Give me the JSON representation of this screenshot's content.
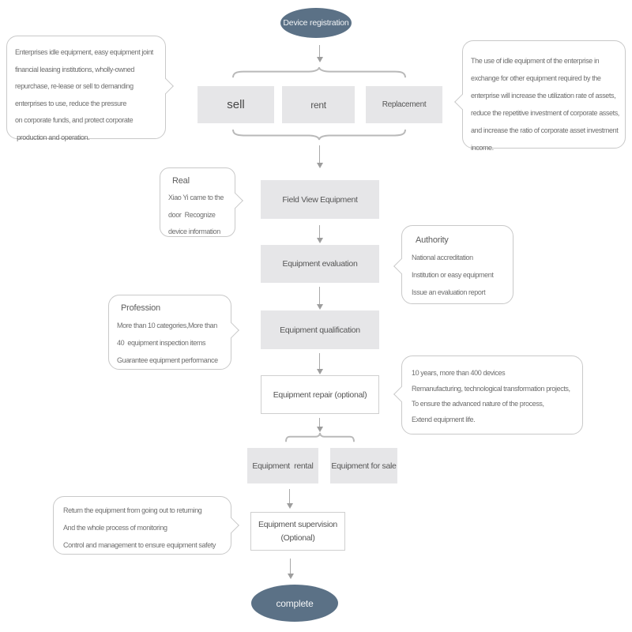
{
  "colors": {
    "terminal_fill": "#5b7186",
    "terminal_text": "#f2f4f6",
    "box_fill": "#e6e6e8",
    "border_gray": "#c9c9c9",
    "arrow_gray": "#a9a9a9",
    "brace_gray": "#b9b9b9",
    "text_gray": "#6e6e6e"
  },
  "flow": {
    "start": "Device registration",
    "options": [
      "sell",
      "rent",
      "Replacement"
    ],
    "steps": [
      "Field View Equipment",
      "Equipment evaluation",
      "Equipment qualification",
      "Equipment repair (optional)"
    ],
    "outcomes": [
      "Equipment  rental",
      "Equipment for sale"
    ],
    "supervision": [
      "Equipment supervision",
      "(Optional)"
    ],
    "end": "complete"
  },
  "callouts": {
    "idle_equipment": {
      "lines": [
        "Enterprises idle equipment, easy equipment joint",
        "financial leasing institutions, wholly-owned",
        "repurchase, re-lease or sell to demanding",
        "enterprises to use, reduce the pressure",
        "on corporate funds, and protect corporate",
        " production and operation."
      ]
    },
    "replacement_benefit": {
      "lines": [
        "The use of idle equipment of the enterprise in",
        "exchange for other equipment required by the",
        "enterprise will increase the utilization rate of assets,",
        "reduce the repetitive investment of corporate assets,",
        "and increase the ratio of corporate asset investment",
        "income."
      ]
    },
    "real": {
      "title": "Real",
      "lines": [
        "Xiao Yi came to the",
        "door  Recognize",
        "device information"
      ]
    },
    "authority": {
      "title": "Authority",
      "lines": [
        "National accreditation",
        "Institution or easy equipment",
        "Issue an evaluation report"
      ]
    },
    "profession": {
      "title": "Profession",
      "lines": [
        "More than 10 categories,More than",
        "40  equipment inspection items",
        "Guarantee equipment performance"
      ]
    },
    "repair": {
      "lines": [
        "10 years, more than 400 devices",
        "Remanufacturing, technological transformation projects,",
        "To ensure the advanced nature of the process,",
        "Extend equipment life."
      ]
    },
    "supervision": {
      "lines": [
        "Return the equipment from going out to returning",
        "And the whole process of monitoring",
        "Control and management to ensure equipment safety"
      ]
    }
  }
}
